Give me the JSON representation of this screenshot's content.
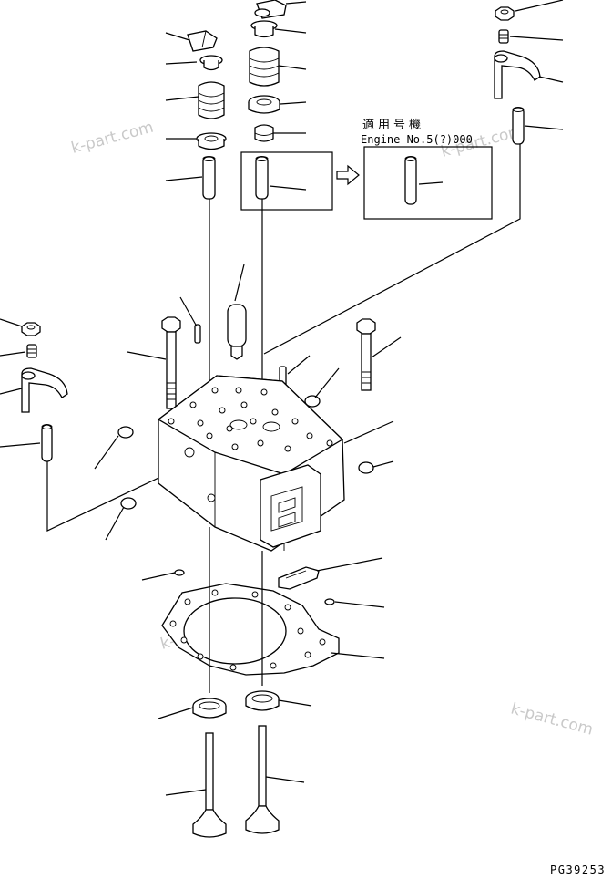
{
  "inset": {
    "title_jp": "適用号機",
    "serial": "Engine No.5(?)000-"
  },
  "drawing_number": "PG39253",
  "watermark": "k-part.com"
}
